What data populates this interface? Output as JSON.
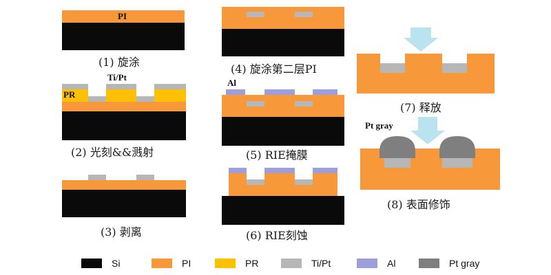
{
  "colors": {
    "Si": "#0a0a0a",
    "PI": "#f7983a",
    "PR": "#ffc000",
    "TiPt": "#b7b7b7",
    "Al": "#9e9edb",
    "PtGray": "#7f7f7f",
    "arrow": "#b9e4ef"
  },
  "steps": [
    {
      "caption": "(1) 旋涂",
      "tag": "PI"
    },
    {
      "caption": "(2) 光刻&&溅射",
      "tag": "Ti/Pt",
      "tag2": "PR"
    },
    {
      "caption": "(3) 剥离"
    },
    {
      "caption": "(4) 旋涂第二层PI"
    },
    {
      "caption": "(5) RIE掩膜",
      "tag": "Al"
    },
    {
      "caption": "(6) RIE刻蚀"
    },
    {
      "caption": "(7) 释放"
    },
    {
      "caption": "(8) 表面修饰",
      "tag": "Pt gray"
    }
  ],
  "legend": [
    {
      "label": "Si",
      "color": "#0a0a0a"
    },
    {
      "label": "PI",
      "color": "#f7983a"
    },
    {
      "label": "PR",
      "color": "#ffc000"
    },
    {
      "label": "Ti/Pt",
      "color": "#b7b7b7"
    },
    {
      "label": "Al",
      "color": "#9e9edb"
    },
    {
      "label": "Pt gray",
      "color": "#7f7f7f"
    }
  ]
}
